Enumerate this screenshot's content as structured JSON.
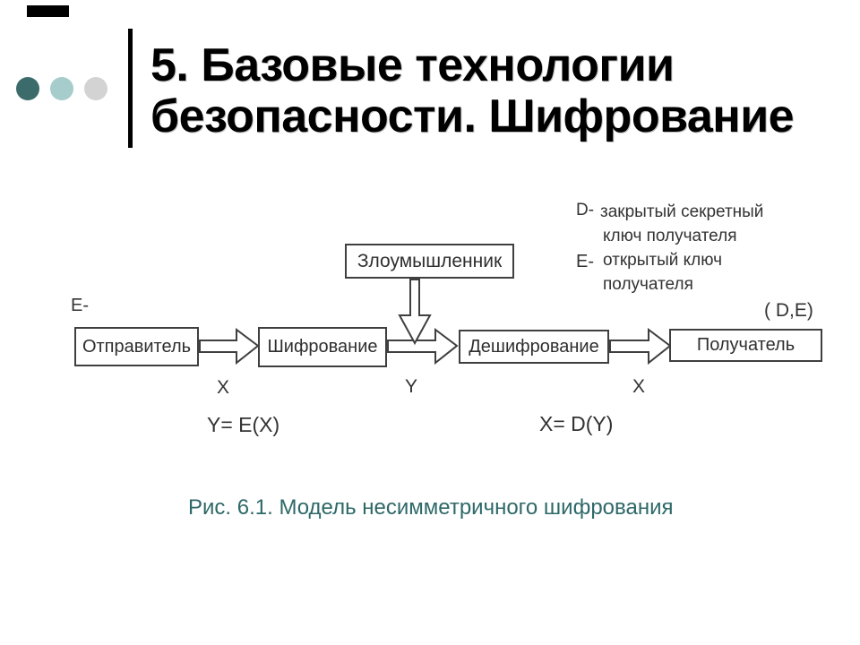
{
  "slide": {
    "title": {
      "line1": "5. Базовые технологии",
      "line2": "безопасности. Шифрование"
    },
    "decor": {
      "dot_colors": [
        "#3B6B6B",
        "#A6CCCB",
        "#D3D3D3"
      ],
      "rule_color": "#000000"
    },
    "diagram": {
      "boxes": {
        "attacker": "Злоумышленник",
        "sender": "Отправитель",
        "encrypt": "Шифрование",
        "decrypt": "Дешифрование",
        "receiver": "Получатель"
      },
      "labels": {
        "sender_key": "E-",
        "receiver_keys": "( D,E)",
        "x_in": "X",
        "y_mid": "Y",
        "x_out": "X",
        "formula_encrypt": "Y= E(X)",
        "formula_decrypt": "X= D(Y)"
      },
      "legend": {
        "d_prefix": "D-",
        "d_line1": "закрытый секретный",
        "d_line2": "ключ получателя",
        "e_prefix": "E-",
        "e_line1": "открытый ключ",
        "e_line2": "получателя"
      },
      "ink_color": "#3F3F3F"
    },
    "caption": {
      "text": "Рис. 6.1. Модель несимметричного шифрования",
      "color": "#2E6868"
    }
  }
}
